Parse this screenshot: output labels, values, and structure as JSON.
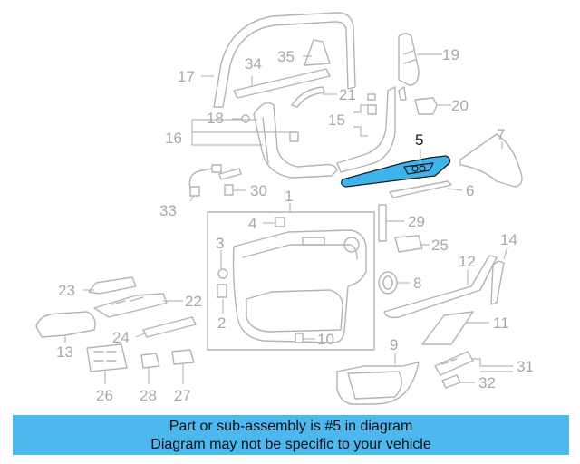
{
  "diagram": {
    "highlighted_part": "5",
    "callouts": {
      "c1": "1",
      "c2": "2",
      "c3": "3",
      "c4": "4",
      "c5": "5",
      "c6": "6",
      "c7": "7",
      "c8": "8",
      "c9": "9",
      "c10": "10",
      "c11": "11",
      "c12": "12",
      "c13": "13",
      "c14": "14",
      "c15": "15",
      "c16": "16",
      "c17": "17",
      "c18": "18",
      "c19": "19",
      "c20": "20",
      "c21": "21",
      "c22": "22",
      "c23": "23",
      "c24": "24",
      "c25": "25",
      "c26": "26",
      "c27": "27",
      "c28": "28",
      "c29": "29",
      "c30": "30",
      "c31": "31",
      "c32": "32",
      "c33": "33",
      "c34": "34",
      "c35": "35"
    },
    "colors": {
      "highlight_fill": "#3fb3ec",
      "line_gray": "#b4b4b4",
      "caption_bg": "#4db8ee"
    }
  },
  "caption": {
    "line1": "Part or sub-assembly is #5 in diagram",
    "line2": "Diagram may not be specific to your vehicle"
  }
}
